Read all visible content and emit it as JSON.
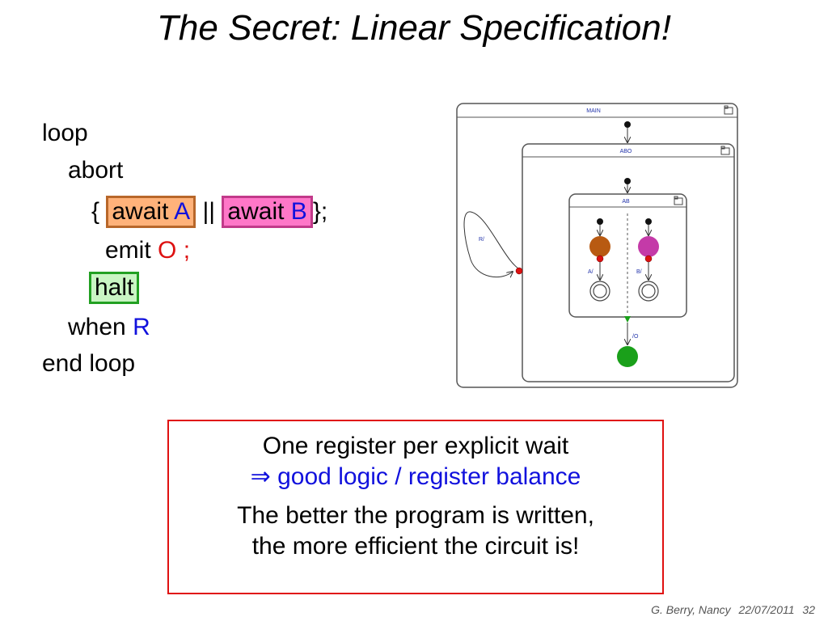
{
  "title": "The Secret: Linear Specification!",
  "code": {
    "loop": "loop",
    "abort": "abort",
    "open_brace": "{",
    "await1_kw": "await",
    "await1_sig": "A",
    "parallel": "||",
    "await2_kw": "await",
    "await2_sig": "B",
    "close_brace": "};",
    "emit_kw": "emit",
    "emit_sig": "O ;",
    "halt": "halt",
    "when_kw": "when",
    "when_sig": "R",
    "end_loop": "end loop"
  },
  "diagram": {
    "main_label": "MAIN",
    "abo_label": "ABO",
    "ab_label": "AB",
    "loop_transition": "R/",
    "left_transition": "A/",
    "right_transition": "B/",
    "emit_transition": "/O",
    "colors": {
      "left_state": "#b85a12",
      "right_state": "#c43aa8",
      "final_state": "#1aa01a",
      "trigger_dot": "#dd1111",
      "frame": "#555555"
    }
  },
  "message": {
    "line1": "One register per explicit wait",
    "implies": "⇒",
    "line2": "good logic / register balance",
    "line3": "The better the program is written,",
    "line4": "the more efficient the circuit is!"
  },
  "footer": {
    "author": "G. Berry, Nancy",
    "date": "22/07/2011",
    "page": "32"
  }
}
